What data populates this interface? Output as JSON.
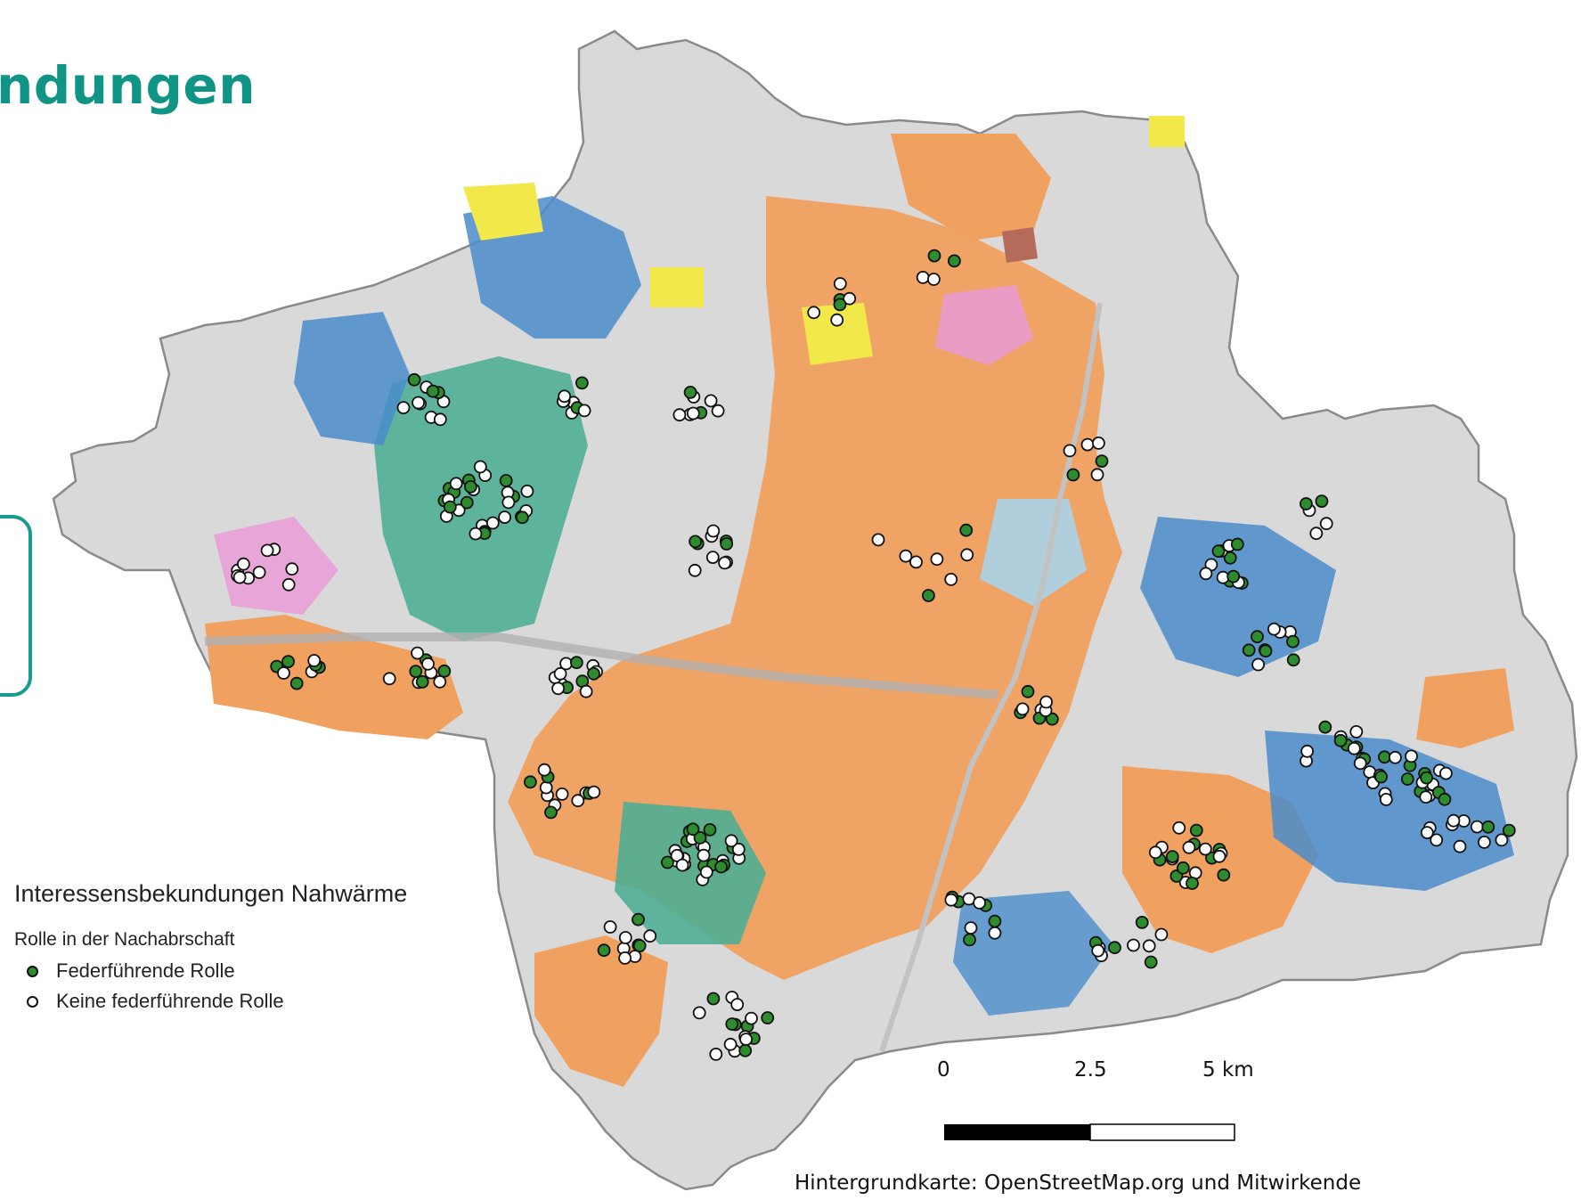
{
  "title": "ndungen",
  "legend": {
    "title": "Interessensbekundungen Nahwärme",
    "subtitle": "Rolle in der Nachabrschaft",
    "items": [
      {
        "label": "Federführende Rolle",
        "color": "#2e8b2e"
      },
      {
        "label": "Keine federführende Rolle",
        "color": "#ffffff"
      }
    ]
  },
  "scale_bar": {
    "labels": [
      "0",
      "2.5",
      "5 km"
    ]
  },
  "credit": "Hintergrundkarte: OpenStreetMap.org und Mitwirkende",
  "colors": {
    "accent": "#0f9486",
    "background_land": "#d9d9d9",
    "dense_urban": "#f0a05f",
    "teal_zone": "#4fae94",
    "blue_zone": "#4a8ccb",
    "light_blue_zone": "#a9d3e8",
    "pink_zone": "#ea9bd6",
    "yellow_zone": "#f3e84a",
    "brown_zone": "#b56b5a"
  }
}
